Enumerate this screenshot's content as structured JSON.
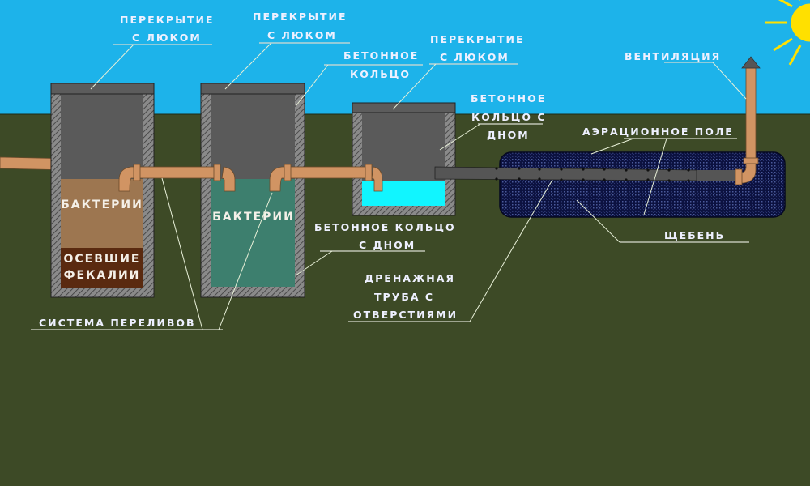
{
  "title": "Схема септика с аэрационным полем",
  "colors": {
    "sky": "#1db3ea",
    "ground": "#3d4a26",
    "concrete": "#5a5a5a",
    "pipe": "#d19463",
    "bacteria_tank1": "#9d7650",
    "sediment": "#5a2a10",
    "bacteria_tank2": "#3d7f6e",
    "clean_water": "#11f5ff",
    "gravel": "#101848",
    "sun": "#ffe000"
  },
  "labels": {
    "lid1": [
      "ПЕРЕКРЫТИЕ",
      "С ЛЮКОМ"
    ],
    "lid2": [
      "ПЕРЕКРЫТИЕ",
      "С ЛЮКОМ"
    ],
    "ring": [
      "БЕТОННОЕ",
      "КОЛЬЦО"
    ],
    "lid3": [
      "ПЕРЕКРЫТИЕ",
      "С ЛЮКОМ"
    ],
    "ring_bottom_top": [
      "БЕТОННОЕ",
      "КОЛЬЦО С",
      "ДНОМ"
    ],
    "ventilation": "ВЕНТИЛЯЦИЯ",
    "aeration_field": "АЭРАЦИОННОЕ ПОЛЕ",
    "gravel": "ЩЕБЕНЬ",
    "ring_bottom": [
      "БЕТОННОЕ КОЛЬЦО",
      "С ДНОМ"
    ],
    "drain_pipe": [
      "ДРЕНАЖНАЯ",
      "ТРУБА С",
      "ОТВЕРСТИЯМИ"
    ],
    "overflow_system": "СИСТЕМА ПЕРЕЛИВОВ",
    "tank1_bacteria": "БАКТЕРИИ",
    "tank1_sediment": [
      "ОСЕВШИЕ",
      "ФЕКАЛИИ"
    ],
    "tank2_bacteria": "БАКТЕРИИ"
  }
}
